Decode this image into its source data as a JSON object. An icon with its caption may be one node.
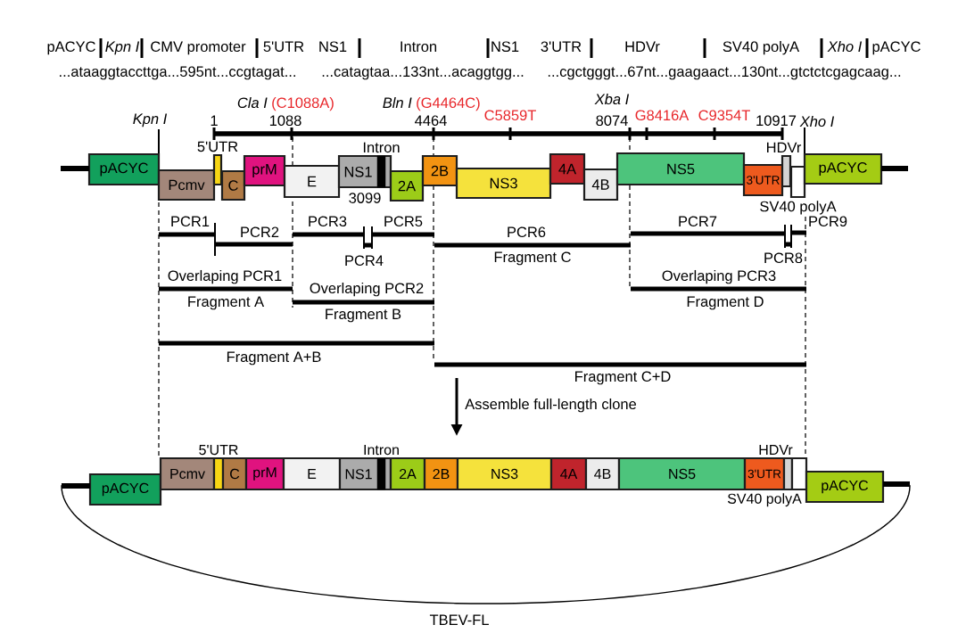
{
  "diagram": {
    "nodes": [
      {
        "text": [
          "pACYC"
        ]
      },
      {
        "text": [
          "Pcmv"
        ]
      },
      {
        "text": [
          "5'UTR"
        ]
      },
      {
        "text": [
          "C"
        ]
      },
      {
        "text": [
          "prM"
        ]
      },
      {
        "text": [
          "E"
        ]
      },
      {
        "text": [
          "NS1"
        ],
        "beside": [
          "3099"
        ]
      },
      {
        "text": [
          "Intron"
        ],
        "in": 6
      },
      {
        "text": [
          "2A"
        ]
      },
      {
        "text": [
          "2B"
        ]
      },
      {
        "text": [
          "NS3"
        ]
      },
      {
        "text": [
          "4A"
        ]
      },
      {
        "text": [
          "4B"
        ]
      },
      {
        "text": [
          "NS5"
        ]
      },
      {
        "text": [
          "3'UTR"
        ]
      },
      {
        "text": [
          "HDVr"
        ]
      },
      {
        "text": [
          "SV40 polyA"
        ]
      },
      {
        "text": [
          "pACYC"
        ]
      },
      {
        "text": [
          "pACYC"
        ]
      },
      {
        "text": [
          "Pcmv"
        ]
      },
      {
        "text": [
          "5'UTR"
        ]
      },
      {
        "text": [
          "C"
        ]
      },
      {
        "text": [
          "prM"
        ]
      },
      {
        "text": [
          "E"
        ]
      },
      {
        "text": [
          "NS1"
        ]
      },
      {
        "text": [
          "Intron"
        ],
        "in": 24
      },
      {
        "text": [
          "2A"
        ]
      },
      {
        "text": [
          "2B"
        ]
      },
      {
        "text": [
          "NS3"
        ]
      },
      {
        "text": [
          "4A"
        ]
      },
      {
        "text": [
          "4B"
        ]
      },
      {
        "text": [
          "NS5"
        ]
      },
      {
        "text": [
          "3'UTR"
        ]
      },
      {
        "text": [
          "HDVr"
        ]
      },
      {
        "text": [
          "SV40 polyA"
        ]
      },
      {
        "text": [
          "pACYC"
        ]
      }
    ],
    "edges": [
      {
        "from": 18,
        "to": 35,
        "arrow": "none"
      }
    ],
    "labels": [
      "pACYC",
      "Kpn I",
      "CMV promoter",
      "5'UTR",
      "NS1",
      "Intron",
      "NS1",
      "3'UTR",
      "HDVr",
      "SV40 polyA",
      "Xho I",
      "pACYC",
      "...ataaggtaccttga...595nt...ccgtagat...",
      "...catagtaa...133nt...acaggtgg...",
      "...cgctgggt...67nt...gaagaact...130nt...gtctctcgagcaag...",
      "Cla I",
      "(C1088A)",
      "Bln I",
      "(G4464C)",
      "Xba I",
      "C5859T",
      "G8416A",
      "C9354T",
      "Kpn I",
      "1",
      "1088",
      "4464",
      "8074",
      "10917",
      "Xho I",
      "PCR1",
      "PCR3",
      "PCR5",
      "PCR7",
      "PCR9",
      "PCR2",
      "PCR6",
      "PCR4",
      "Fragment C",
      "PCR8",
      "Overlaping PCR1",
      "Overlaping PCR3",
      "Overlaping PCR2",
      "Fragment A",
      "Fragment D",
      "Fragment B",
      "Fragment A+B",
      "Fragment C+D",
      "Assemble full-length clone",
      "TBEV-FL"
    ]
  }
}
